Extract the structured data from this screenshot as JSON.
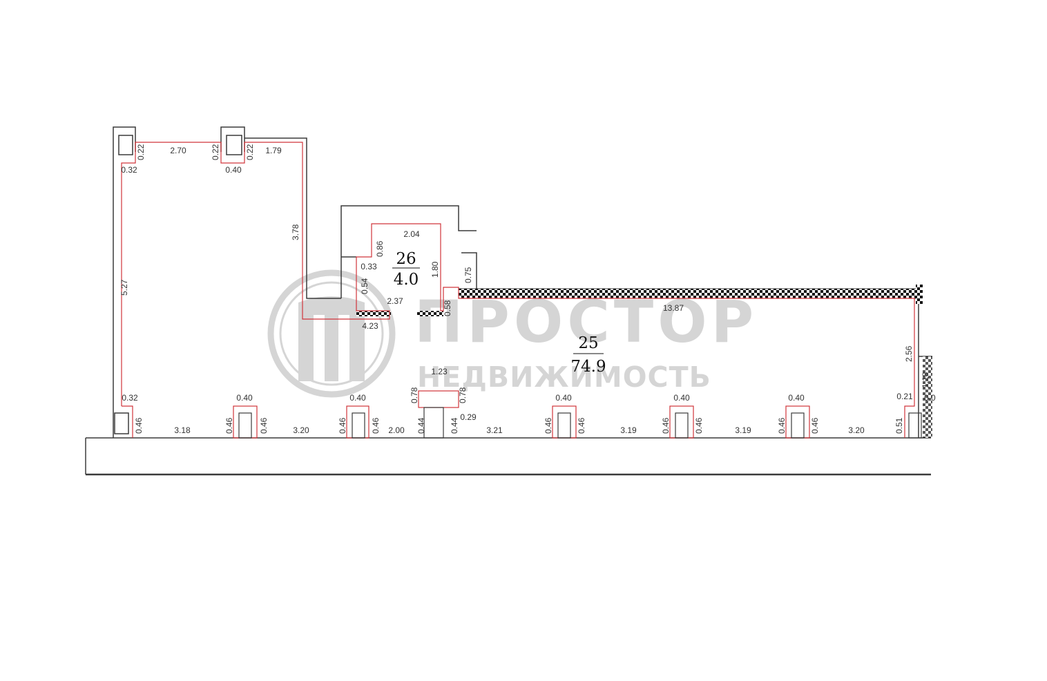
{
  "colors": {
    "wall": "#3a3a3a",
    "room_outline": "#d0343a",
    "watermark": "#b4b4b4"
  },
  "watermark": {
    "brand": "ПРОСТОР",
    "tagline": "НЕДВИЖИМОСТЬ",
    "logo_icon": "building-columns-icon"
  },
  "rooms": [
    {
      "number": "26",
      "area": "4.0"
    },
    {
      "number": "25",
      "area": "74.9"
    }
  ],
  "dimensions": [
    "2.70",
    "0.22",
    "0.22",
    "0.22",
    "1.79",
    "0.32",
    "0.40",
    "5.27",
    "3.78",
    "2.04",
    "0.86",
    "0.33",
    "1.80",
    "0.75",
    "0.54",
    "2.37",
    "0.58",
    "4.23",
    "13.87",
    "2.56",
    "1.18",
    "1.23",
    "0.78",
    "0.78",
    "0.32",
    "0.40",
    "0.40",
    "0.40",
    "0.40",
    "0.40",
    "0.21",
    "0.0",
    "0.46",
    "3.18",
    "0.46",
    "0.46",
    "3.20",
    "0.46",
    "0.46",
    "2.00",
    "0.44",
    "0.44",
    "0.29",
    "3.21",
    "0.46",
    "0.46",
    "3.19",
    "0.46",
    "0.46",
    "3.19",
    "0.46",
    "0.46",
    "3.20",
    "0.51"
  ]
}
